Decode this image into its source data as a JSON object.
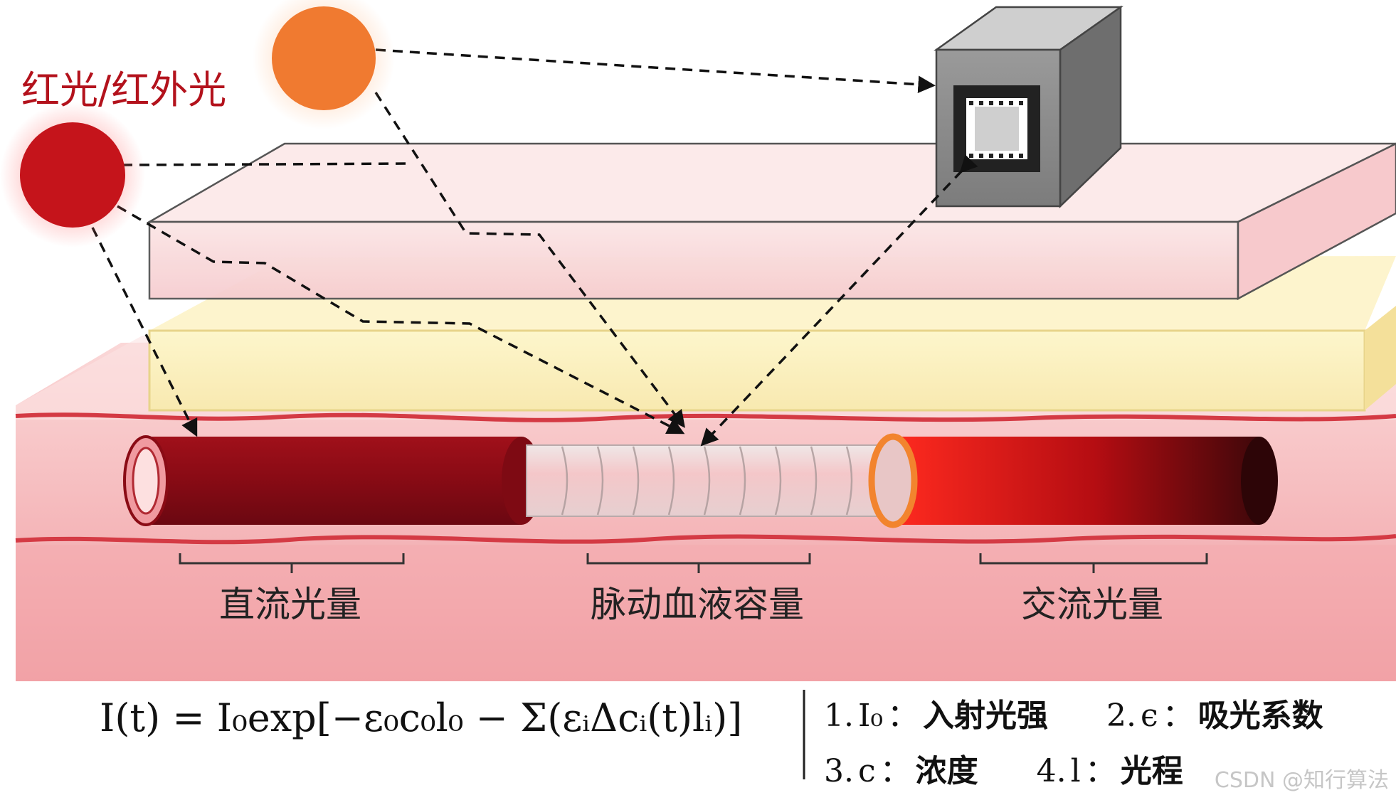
{
  "source_label": "红光/红外光",
  "regions": {
    "dc": "直流光量",
    "pulse": "脉动血液容量",
    "ac": "交流光量"
  },
  "formula": {
    "lhs": "I(t)",
    "rhs_text": "= I₀exp[−ε₀c₀l₀ − Σ(εᵢΔcᵢ(t)lᵢ)]"
  },
  "legend": [
    {
      "num": "1.",
      "symbol": "I₀",
      "sep": "：",
      "meaning": "入射光强"
    },
    {
      "num": "2.",
      "symbol": "ϵ",
      "sep": "：",
      "meaning": "吸光系数"
    },
    {
      "num": "3.",
      "symbol": "c",
      "sep": "：",
      "meaning": "浓度"
    },
    {
      "num": "4.",
      "symbol": "l",
      "sep": "：",
      "meaning": "光程"
    }
  ],
  "watermark": "CSDN @知行算法",
  "colors": {
    "red_source": "#c5141b",
    "orange_source": "#f0782b",
    "label_red": "#b3121c",
    "vessel_dark": "#8a0c16",
    "vessel_bright": "#ea1e16",
    "tissue": "#f0a0a4",
    "layer_top": "#f7d5d6",
    "layer_yellow": "#fbf0bf"
  }
}
